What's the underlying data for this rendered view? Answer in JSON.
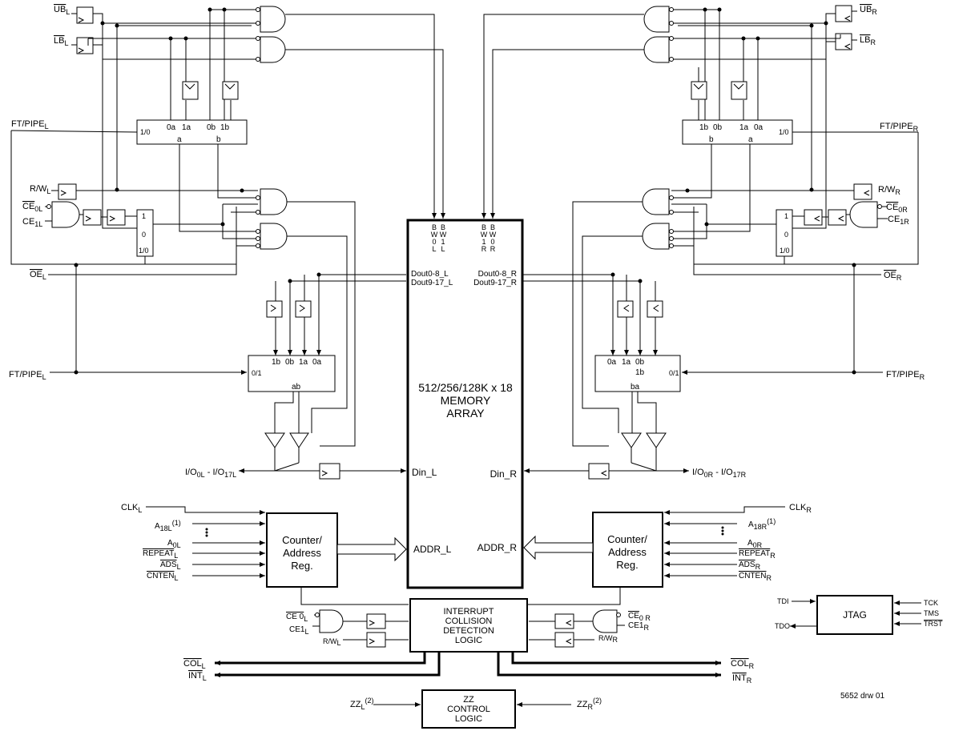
{
  "memory": {
    "line1": "512/256/128K x 18",
    "line2": "MEMORY",
    "line3": "ARRAY"
  },
  "mem_ports": {
    "bw0l": [
      "B",
      "W",
      "0",
      "L"
    ],
    "bw1l": [
      "B",
      "W",
      "1",
      "L"
    ],
    "bw1r": [
      "B",
      "W",
      "1",
      "R"
    ],
    "bw0r": [
      "B",
      "W",
      "0",
      "R"
    ],
    "dout08_l": "Dout0-8_L",
    "dout917_l": "Dout9-17_L",
    "dout08_r": "Dout0-8_R",
    "dout917_r": "Dout9-17_R",
    "din_l": "Din_L",
    "din_r": "Din_R",
    "addr_l": "ADDR_L",
    "addr_r": "ADDR_R"
  },
  "counter": {
    "line1": "Counter/",
    "line2": "Address",
    "line3": "Reg."
  },
  "interrupt": {
    "line1": "INTERRUPT",
    "line2": "COLLISION",
    "line3": "DETECTION",
    "line4": "LOGIC"
  },
  "zz_block": {
    "line1": "ZZ",
    "line2": "CONTROL",
    "line3": "LOGIC"
  },
  "jtag": {
    "label": "JTAG",
    "tdi": "TDI",
    "tdo": "TDO",
    "tck": "TCK",
    "tms": "TMS",
    "trst": "TRST"
  },
  "mux_labels": {
    "sel10": "1/0",
    "sel01": "0/1",
    "a0": "0a",
    "a1": "1a",
    "b0": "0b",
    "b1": "1b",
    "a": "a",
    "b": "b",
    "ab": "ab",
    "ba": "ba",
    "one": "1",
    "zero": "0"
  },
  "left": {
    "ub": "UB",
    "ub_sub": "L",
    "lb": "LB",
    "lb_sub": "L",
    "ft_pipe": "FT/PIPE",
    "ft_pipe_sub": "L",
    "rw": "R/W",
    "rw_sub": "L",
    "ce0": "CE",
    "ce0_sub": "0L",
    "ce1": "CE",
    "ce1_sub": "1L",
    "oe": "OE",
    "oe_sub": "L",
    "io": "I/O",
    "io_sub1": "0L",
    "io_mid": " - I/O",
    "io_sub2": "17L",
    "clk": "CLK",
    "clk_sub": "L",
    "a18": "A",
    "a18_sub": "18L",
    "a18_sup": "(1)",
    "a0": "A",
    "a0_sub": "0L",
    "repeat": "REPEAT",
    "repeat_sub": "L",
    "ads": "ADS",
    "ads_sub": "L",
    "cnten": "CNTEN",
    "cnten_sub": "L",
    "int_ce0": "CE 0",
    "int_ce0_sub": "L",
    "int_ce1": "CE1",
    "int_ce1_sub": "L",
    "int_rw": "R/W",
    "int_rw_sub": "L",
    "col": "COL",
    "col_sub": "L",
    "int": "INT",
    "int_sub": "L",
    "zz": "ZZ",
    "zz_sub": "L",
    "zz_sup": "(2)"
  },
  "right": {
    "ub": "UB",
    "ub_sub": "R",
    "lb": "LB",
    "lb_sub": "R",
    "ft_pipe": "FT/PIPE",
    "ft_pipe_sub": "R",
    "rw": "R/W",
    "rw_sub": "R",
    "ce0": "CE",
    "ce0_sub": "0R",
    "ce1": "CE",
    "ce1_sub": "1R",
    "oe": "OE",
    "oe_sub": "R",
    "io": "I/O",
    "io_sub1": "0R",
    "io_mid": " - I/O",
    "io_sub2": "17R",
    "clk": "CLK",
    "clk_sub": "R",
    "a18": "A",
    "a18_sub": "18R",
    "a18_sup": "(1)",
    "a0": "A",
    "a0_sub": "0R",
    "repeat": "REPEAT",
    "repeat_sub": "R",
    "ads": "ADS",
    "ads_sub": "R",
    "cnten": "CNTEN",
    "cnten_sub": "R",
    "int_ce0": "CE",
    "int_ce0_sub": "0 R",
    "int_ce1": "CE1",
    "int_ce1_sub": "R",
    "int_rw": "R/W",
    "int_rw_sub": "R",
    "col": "COL",
    "col_sub": "R",
    "int": "INT",
    "int_sub": "R",
    "zz": "ZZ",
    "zz_sub": "R",
    "zz_sup": "(2)"
  },
  "drawing_id": "5652 drw 01"
}
